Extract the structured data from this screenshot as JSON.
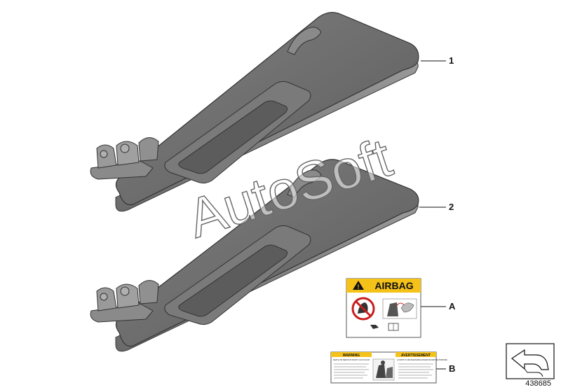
{
  "diagram": {
    "callouts": [
      {
        "id": "1"
      },
      {
        "id": "2"
      },
      {
        "id": "A"
      },
      {
        "id": "B"
      }
    ],
    "airbag_label": {
      "title": "AIRBAG",
      "warning_glyph": "!"
    },
    "warning_label": {
      "left_heading": "WARNING",
      "right_heading": "AVERTISSEMENT",
      "left_sub": "DEATH OR SERIOUS INJURY CAN OCCUR",
      "right_sub": "LA MORT OU DES BLESSURES GRAVES PEUVENT SE PRODUIRE"
    },
    "watermark": "AutoSoft",
    "part_number": "438685",
    "icons": [
      "sun-visor-1",
      "sun-visor-2",
      "airbag-label",
      "warning-label",
      "navigation-arrow-icon"
    ],
    "colors": {
      "visor_body": "#6e6e6e",
      "visor_dark": "#4a4a4a",
      "visor_light": "#8c8c8c",
      "label_yellow": "#f5c21a",
      "warning_red": "#c81e1e"
    }
  }
}
